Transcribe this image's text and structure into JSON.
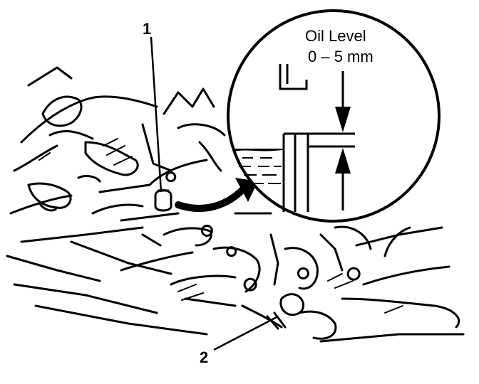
{
  "callouts": [
    {
      "id": "1",
      "text": "1"
    },
    {
      "id": "2",
      "text": "2"
    }
  ],
  "detail": {
    "title": "Oil Level",
    "range": "0 – 5 mm"
  },
  "colors": {
    "ink": "#000000",
    "paper": "#ffffff"
  }
}
